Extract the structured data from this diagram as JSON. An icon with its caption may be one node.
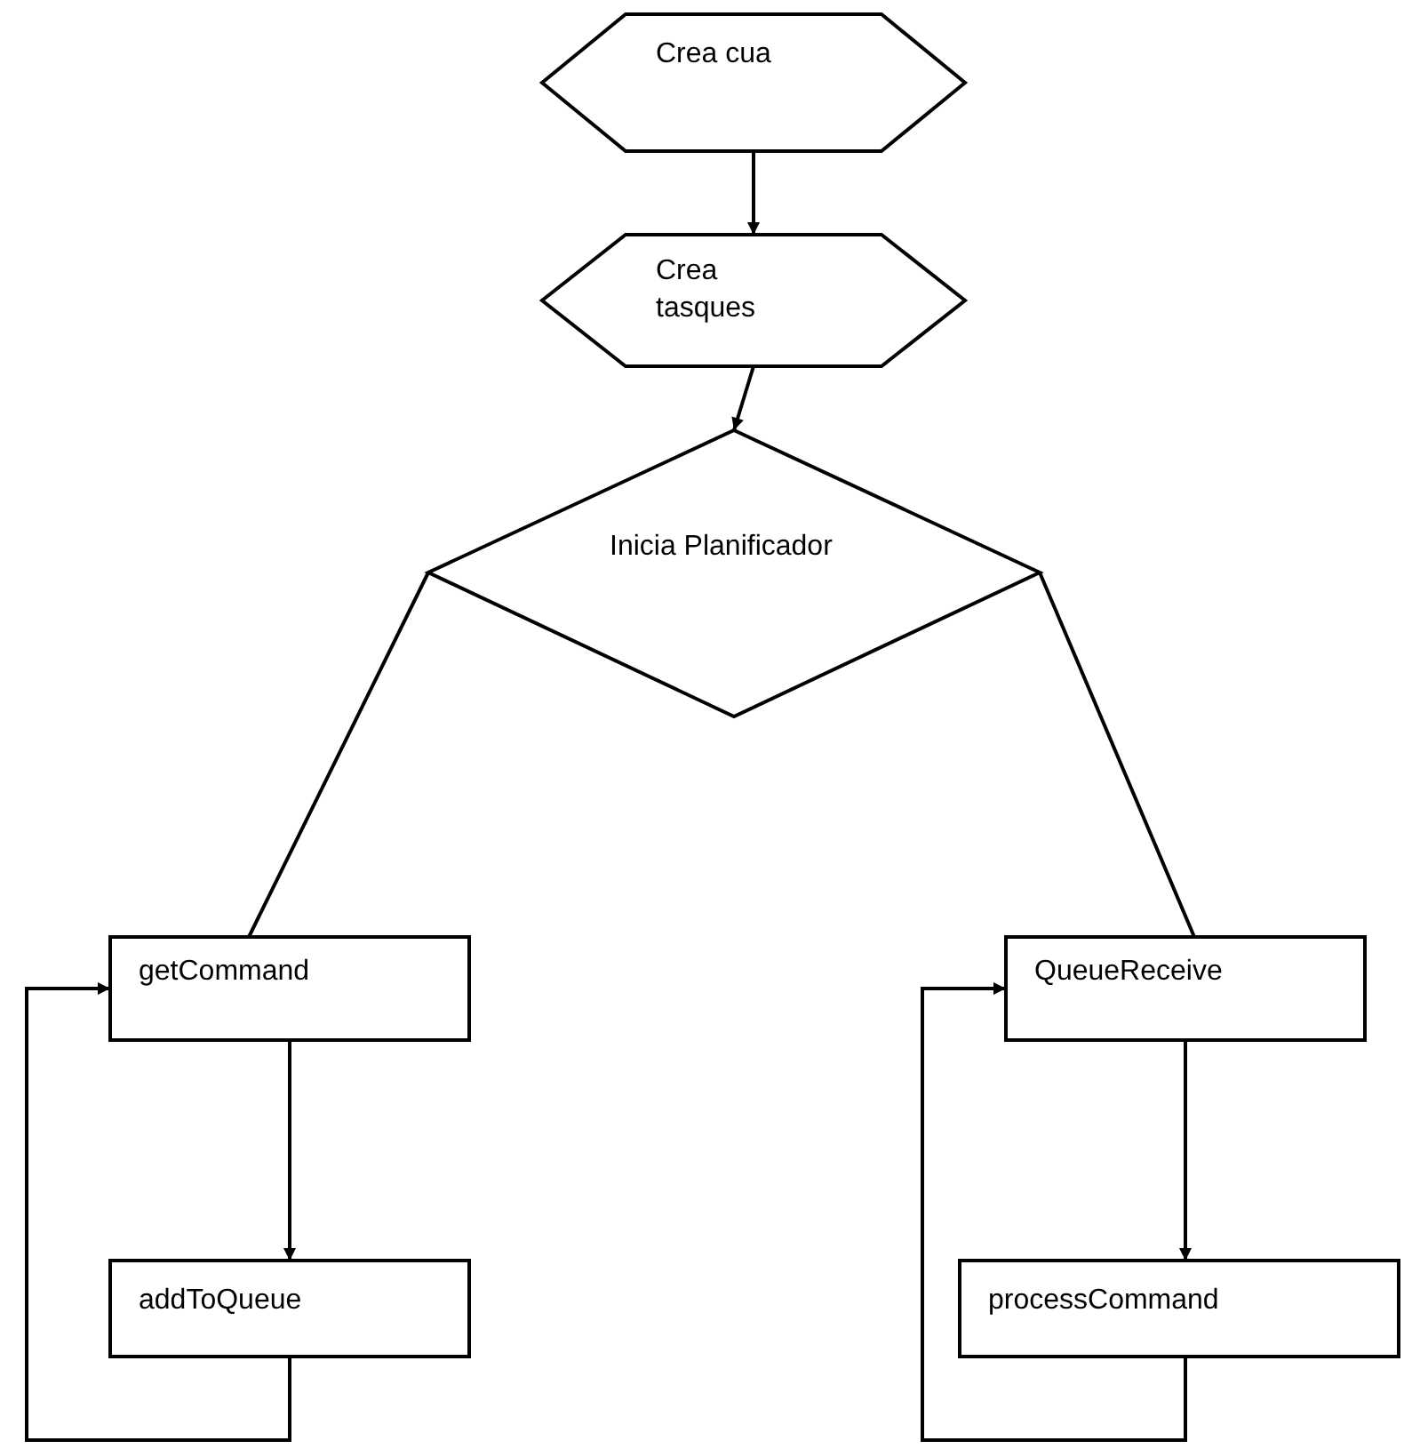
{
  "diagram": {
    "nodes": [
      {
        "text": [
          "Crea cua"
        ]
      },
      {
        "text": [
          "Crea tasques"
        ]
      },
      {
        "text": [
          "Inicia Planificador"
        ]
      },
      {
        "text": [
          "getCommand"
        ]
      },
      {
        "text": [
          "addToQueue"
        ]
      },
      {
        "text": [
          "QueueReceive"
        ]
      },
      {
        "text": [
          "processCommand"
        ]
      }
    ],
    "edges": [
      {
        "from": 0,
        "to": 1,
        "arrow": "to"
      },
      {
        "from": 1,
        "to": 2,
        "arrow": "to"
      },
      {
        "from": 2,
        "to": 3,
        "arrow": "none"
      },
      {
        "from": 2,
        "to": 5,
        "arrow": "none"
      },
      {
        "from": 3,
        "to": 4,
        "arrow": "to"
      },
      {
        "from": 4,
        "to": 3,
        "arrow": "to"
      },
      {
        "from": 5,
        "to": 6,
        "arrow": "to"
      },
      {
        "from": 6,
        "to": 5,
        "arrow": "to"
      }
    ]
  }
}
